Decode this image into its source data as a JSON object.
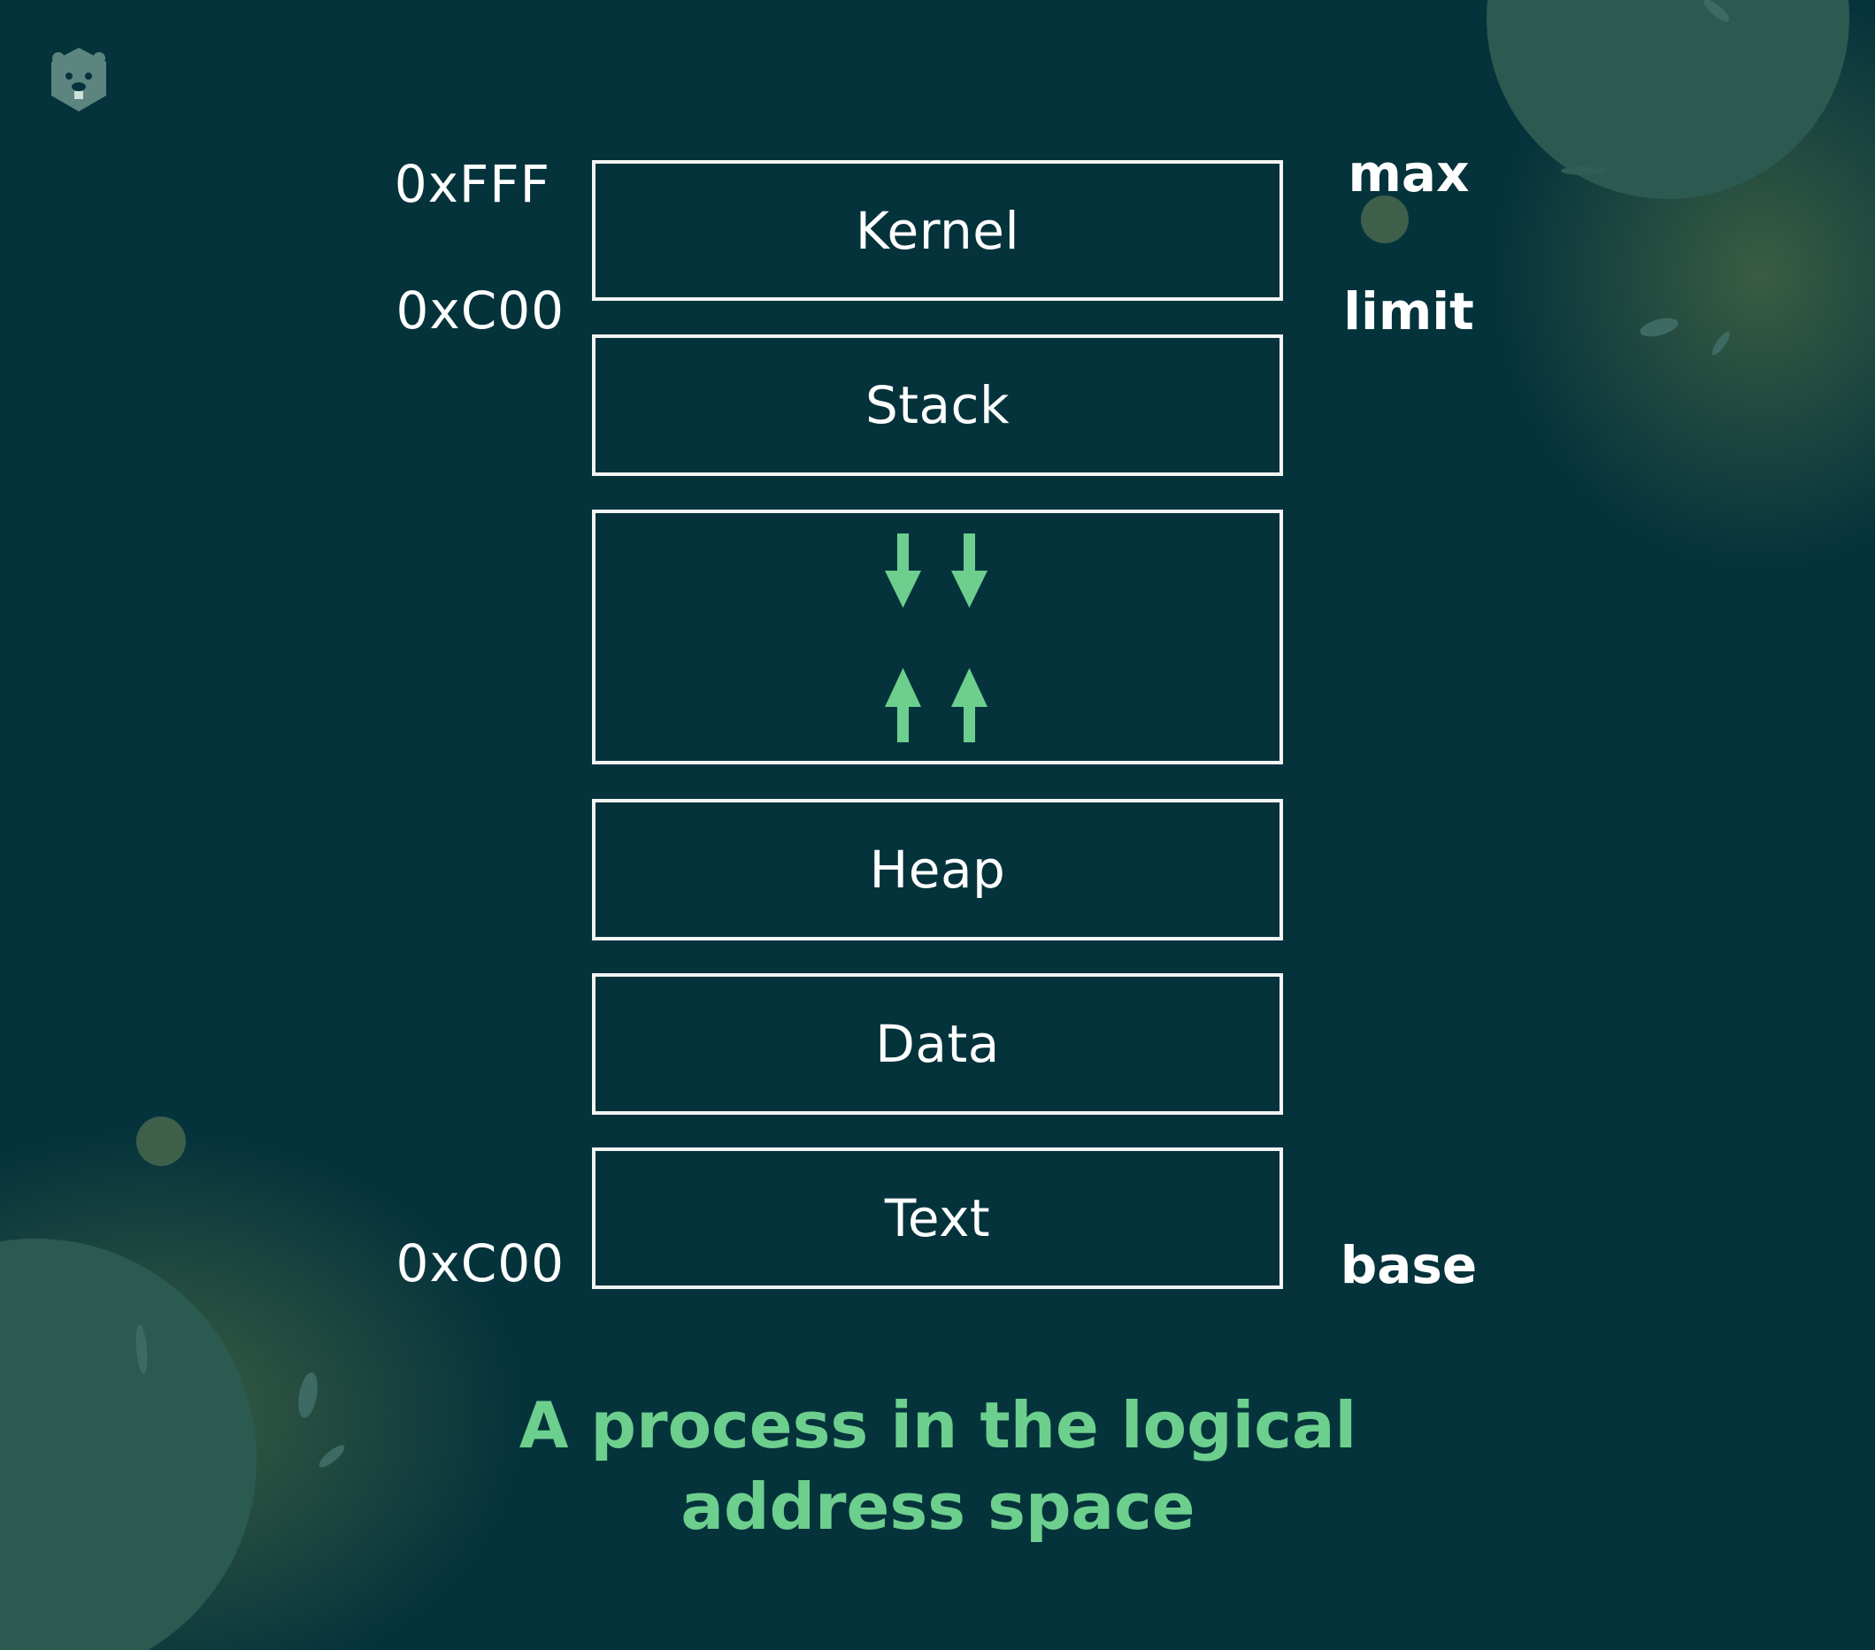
{
  "segments": [
    {
      "label": "Kernel"
    },
    {
      "label": "Stack"
    },
    {
      "label": ""
    },
    {
      "label": "Heap"
    },
    {
      "label": "Data"
    },
    {
      "label": "Text"
    }
  ],
  "addresses": {
    "top": "0xFFF",
    "limit": "0xC00",
    "bottom": "0xC00"
  },
  "markers": {
    "max": "max",
    "limit": "limit",
    "base": "base"
  },
  "caption": {
    "line1": "A process in the logical",
    "line2": "address space"
  },
  "colors": {
    "background": "#05333c",
    "box_border": "#f2f5f4",
    "arrow": "#6dcf8d",
    "caption": "#6dcf8d"
  },
  "icons": {
    "logo": "beaver-logo-icon",
    "down_arrow": "arrow-down-icon",
    "up_arrow": "arrow-up-icon"
  }
}
